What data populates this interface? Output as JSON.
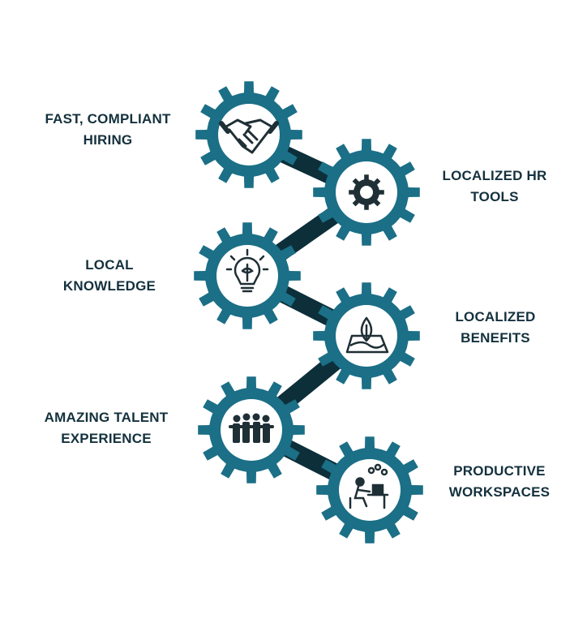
{
  "colors": {
    "gear": "#1b6f86",
    "connector": "#0c2f3a",
    "icon": "#1f2f36",
    "label": "#14313d",
    "background": "#ffffff"
  },
  "steps": [
    {
      "lines": [
        "FAST, COMPLIANT",
        "HIRING"
      ],
      "icon": "handshake-icon"
    },
    {
      "lines": [
        "LOCALIZED HR",
        "TOOLS"
      ],
      "icon": "gear-icon"
    },
    {
      "lines": [
        "LOCAL",
        "KNOWLEDGE"
      ],
      "icon": "lightbulb-brain-icon"
    },
    {
      "lines": [
        "LOCALIZED",
        "BENEFITS"
      ],
      "icon": "map-leaf-icon"
    },
    {
      "lines": [
        "AMAZING TALENT",
        "EXPERIENCE"
      ],
      "icon": "team-group-icon"
    },
    {
      "lines": [
        "PRODUCTIVE",
        "WORKSPACES"
      ],
      "icon": "person-at-desk-icon"
    }
  ]
}
